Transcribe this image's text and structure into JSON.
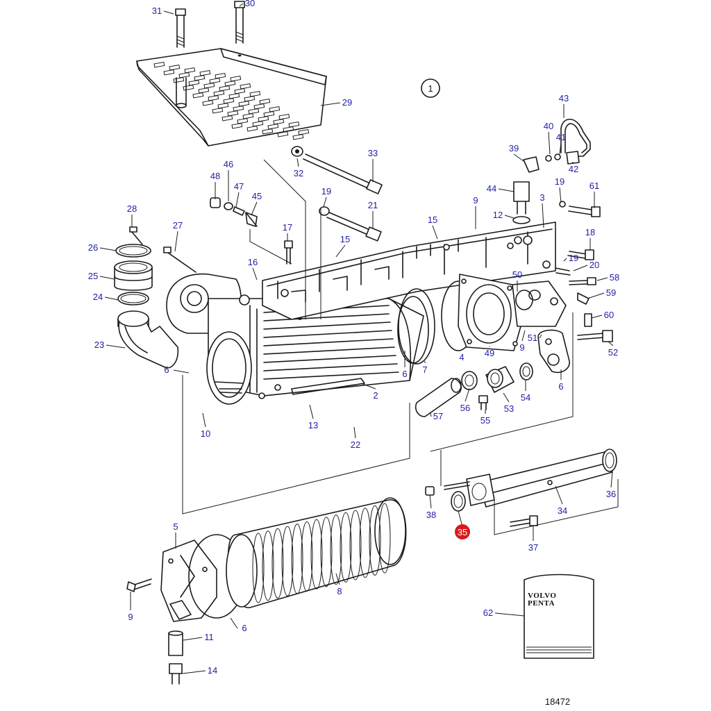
{
  "diagram": {
    "group_number": "1",
    "catalog_number": "18472",
    "highlighted_part": "35",
    "colors": {
      "label": "#2121a6",
      "highlight": "#d91a1a",
      "line": "#1a1a1a"
    },
    "logo_text": [
      "VOLVO",
      "PENTA"
    ],
    "labels": [
      {
        "n": "31"
      },
      {
        "n": "30"
      },
      {
        "n": "29"
      },
      {
        "n": "33"
      },
      {
        "n": "32"
      },
      {
        "n": "46"
      },
      {
        "n": "48"
      },
      {
        "n": "47"
      },
      {
        "n": "45"
      },
      {
        "n": "19"
      },
      {
        "n": "21"
      },
      {
        "n": "28"
      },
      {
        "n": "27"
      },
      {
        "n": "26"
      },
      {
        "n": "25"
      },
      {
        "n": "24"
      },
      {
        "n": "23"
      },
      {
        "n": "17"
      },
      {
        "n": "16"
      },
      {
        "n": "15"
      },
      {
        "n": "15"
      },
      {
        "n": "9"
      },
      {
        "n": "43"
      },
      {
        "n": "40"
      },
      {
        "n": "41"
      },
      {
        "n": "39"
      },
      {
        "n": "42"
      },
      {
        "n": "44"
      },
      {
        "n": "12"
      },
      {
        "n": "3"
      },
      {
        "n": "19"
      },
      {
        "n": "61"
      },
      {
        "n": "18"
      },
      {
        "n": "19"
      },
      {
        "n": "20"
      },
      {
        "n": "50"
      },
      {
        "n": "58"
      },
      {
        "n": "59"
      },
      {
        "n": "60"
      },
      {
        "n": "52"
      },
      {
        "n": "51"
      },
      {
        "n": "9"
      },
      {
        "n": "6"
      },
      {
        "n": "6"
      },
      {
        "n": "7"
      },
      {
        "n": "4"
      },
      {
        "n": "49"
      },
      {
        "n": "6"
      },
      {
        "n": "2"
      },
      {
        "n": "10"
      },
      {
        "n": "13"
      },
      {
        "n": "22"
      },
      {
        "n": "56"
      },
      {
        "n": "53"
      },
      {
        "n": "54"
      },
      {
        "n": "55"
      },
      {
        "n": "57"
      },
      {
        "n": "36"
      },
      {
        "n": "34"
      },
      {
        "n": "38"
      },
      {
        "n": "35"
      },
      {
        "n": "37"
      },
      {
        "n": "5"
      },
      {
        "n": "9"
      },
      {
        "n": "8"
      },
      {
        "n": "6"
      },
      {
        "n": "11"
      },
      {
        "n": "14"
      },
      {
        "n": "62"
      }
    ]
  }
}
